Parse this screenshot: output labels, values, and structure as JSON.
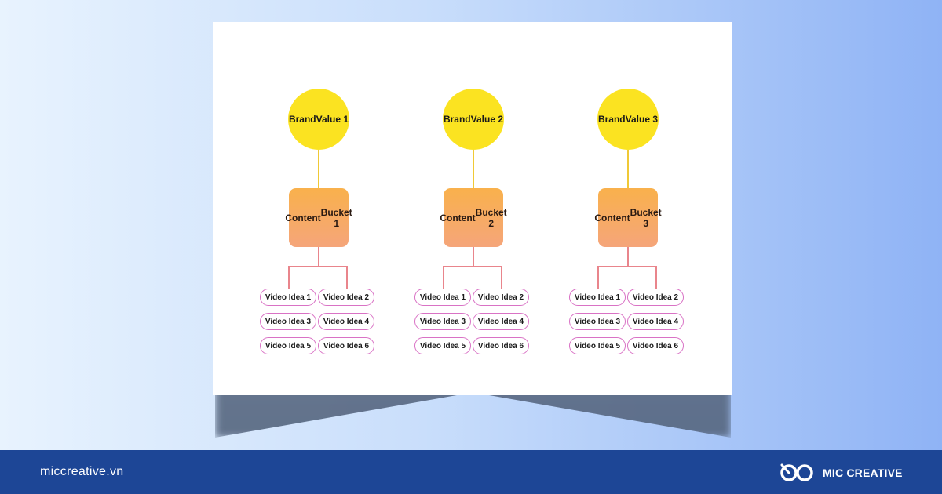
{
  "diagram": {
    "groups": [
      {
        "value": [
          "Brand",
          "Value 1"
        ],
        "bucket": [
          "Content",
          "Bucket 1"
        ]
      },
      {
        "value": [
          "Brand",
          "Value 2"
        ],
        "bucket": [
          "Content",
          "Bucket 2"
        ]
      },
      {
        "value": [
          "Brand",
          "Value 3"
        ],
        "bucket": [
          "Content",
          "Bucket 3"
        ]
      }
    ],
    "ideas": [
      "Video Idea 1",
      "Video Idea 2",
      "Video Idea 3",
      "Video Idea 4",
      "Video Idea 5",
      "Video Idea 6"
    ]
  },
  "footer": {
    "site": "miccreative.vn",
    "brand_name": "MIC CREATIVE"
  },
  "icons": {
    "brand_logo": "mic-creative-logo-icon"
  },
  "colors": {
    "value_circle": "#fbe321",
    "bucket_top": "#f9b14c",
    "bucket_bottom": "#f5a57a",
    "pill_border": "#d972c5",
    "connector": "#e9858c",
    "footer_bg": "#1d4696"
  }
}
